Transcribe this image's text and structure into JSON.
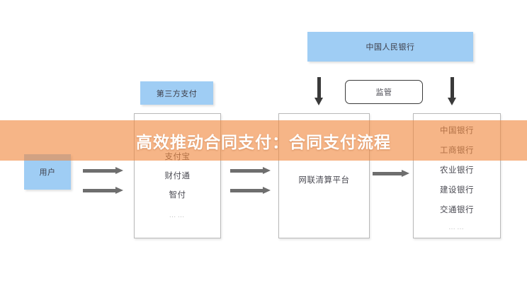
{
  "banner": {
    "text": "高效推动合同支付：合同支付流程",
    "color": "#f0883e",
    "text_color": "#ffffff"
  },
  "diagram": {
    "accent_blue": "#9fcdf4",
    "arrow_color": "#6e6e6e",
    "down_arrow_color": "#3a3a3a",
    "nodes": {
      "user": "用户",
      "third_party_label": "第三方支付",
      "central_bank": "中国人民银行",
      "regulation": "监管",
      "clearing_platform": "网联清算平台"
    },
    "third_party_list": [
      "支付宝",
      "财付通",
      "智付",
      "……"
    ],
    "bank_list": [
      "中国银行",
      "工商银行",
      "农业银行",
      "建设银行",
      "交通银行",
      "……"
    ],
    "arrows": {
      "user_to_third_party": 2,
      "third_party_to_clearing": 2,
      "clearing_to_banks": 1,
      "supervision_down": 2
    }
  }
}
